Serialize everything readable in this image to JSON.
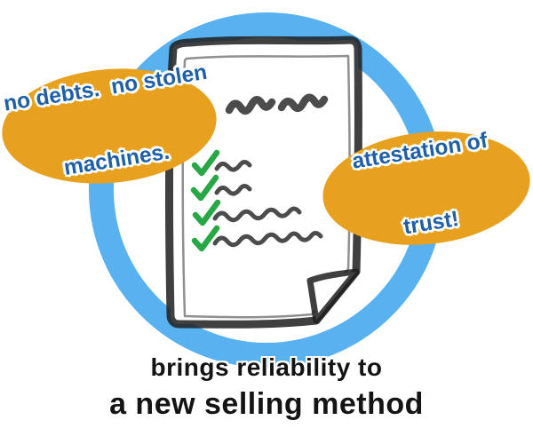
{
  "illustration": {
    "bubble_left": {
      "line1": "no debts.  no stolen",
      "line2": "machines."
    },
    "bubble_right": {
      "line1": "attestation of",
      "line2": "trust!"
    },
    "caption": {
      "line1": "brings reliability to",
      "line2": "a new selling method"
    },
    "document": {
      "checkmark_count": 4
    }
  },
  "colors": {
    "ring-blue": "#58b2f0",
    "bubble-orange": "#e7a11e",
    "bubble-text-blue": "#1d5fa8",
    "check-green": "#28a745",
    "ink": "#1f1f1f",
    "caption-ink": "#141414",
    "paper": "#ffffff"
  }
}
